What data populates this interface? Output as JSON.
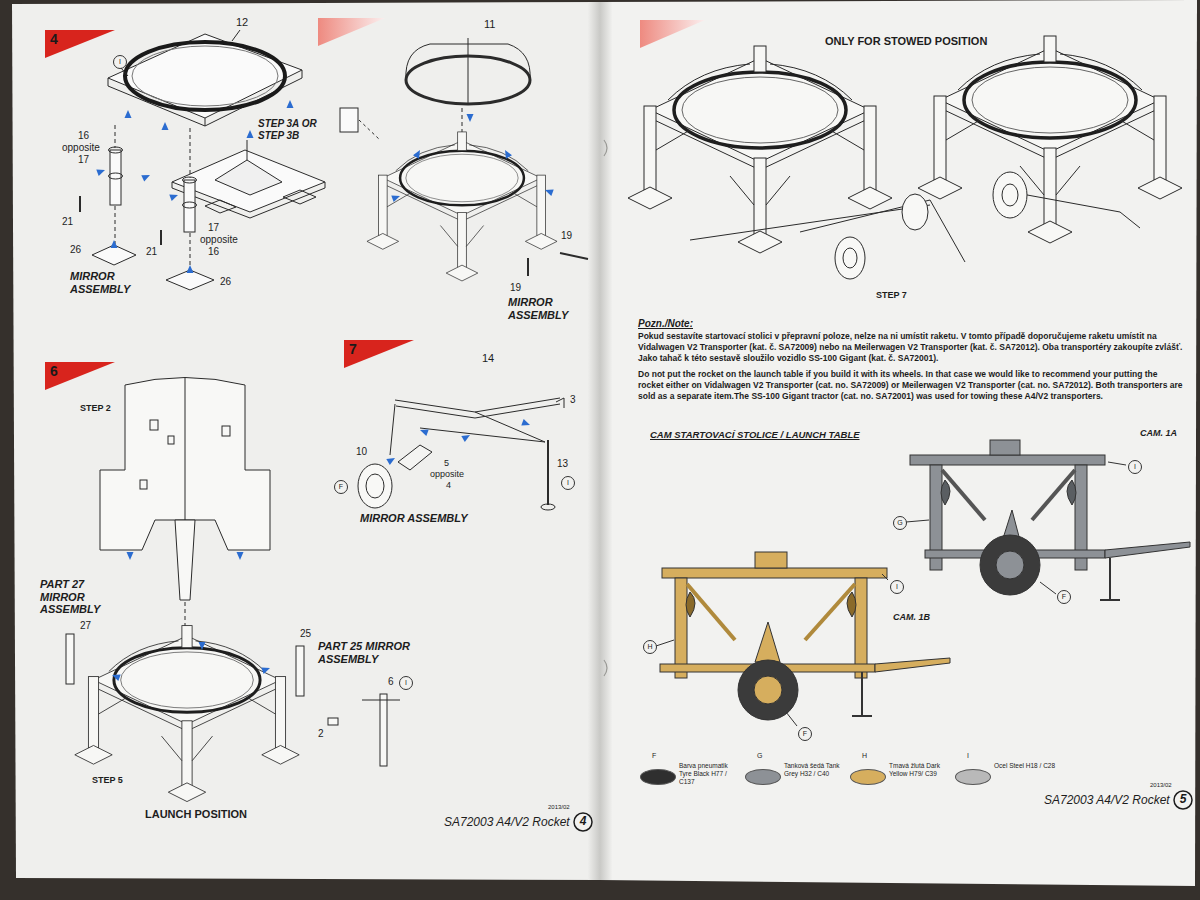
{
  "diagram": {
    "nodes": [
      {
        "text": [
          "4"
        ]
      },
      {
        "text": [
          "6"
        ]
      },
      {
        "text": [
          "7"
        ]
      },
      {
        "text": [
          "4"
        ]
      },
      {
        "text": [
          "5"
        ]
      }
    ],
    "labels": [
      "12",
      "I",
      "16",
      "opposite",
      "17",
      "STEP 3A OR STEP 3B",
      "21",
      "26",
      "MIRROR ASSEMBLY",
      "21",
      "17",
      "opposite",
      "16",
      "26",
      "11",
      "19",
      "19",
      "MIRROR ASSEMBLY",
      "STEP 2",
      "PART 27 MIRROR ASSEMBLY",
      "27",
      "25",
      "PART 25 MIRROR ASSEMBLY",
      "6",
      "I",
      "2",
      "STEP 5",
      "LAUNCH POSITION",
      "14",
      "3",
      "10",
      "F",
      "5",
      "opposite",
      "4",
      "13",
      "I",
      "MIRROR ASSEMBLY",
      "2013/02",
      "SA72003 A4/V2 Rocket",
      "ONLY FOR STOWED POSITION",
      "STEP 7",
      "Pozn./Note:",
      "Pokud sestavíte startovací stolici v přepravní poloze, nelze na ni umístit raketu. V tomto případě doporučujeme raketu umístit na Vidalwagen V2 Transporter (kat. č. SA72009) nebo na Meilerwagen V2 Transporter (kat. č. SA72012). Oba transportéry zakoupíte zvlášť. Jako tahač k této sestavě sloužilo vozidlo SS-100 Gigant (kat. č. SA72001).",
      "Do not put the rocket on the launch table if you build it with its wheels. In that case we would like to recommend your putting the rocket either on Vidalwagen V2 Transporter (cat. no. SA72009) or Meilerwagen V2 Transporter (cat. no. SA72012). Both transporters are sold as a separate item.The SS-100 Gigant tractor (cat. no. SA72001) was used for towing these A4/V2 transporters.",
      "CAM STARTOVACÍ STOLICE / LAUNCH TABLE",
      "CAM. 1A",
      "I",
      "G",
      "F",
      "CAM. 1B",
      "I",
      "H",
      "F",
      "F",
      "G",
      "H",
      "I",
      "2013/02",
      "SA72003 A4/V2 Rocket"
    ],
    "legend": [
      {
        "text": "Barva pneumatik Tyre Black H77 / C137",
        "color": "#2f2f2f"
      },
      {
        "text": "Tanková šedá Tank Grey H32 / C40",
        "color": "#8d9196"
      },
      {
        "text": "Tmavá žlutá Dark Yellow H79/ C39",
        "color": "#d6ae5e"
      },
      {
        "text": "Ocel Steel H18 / C28",
        "color": "#b9b9b9"
      }
    ]
  }
}
